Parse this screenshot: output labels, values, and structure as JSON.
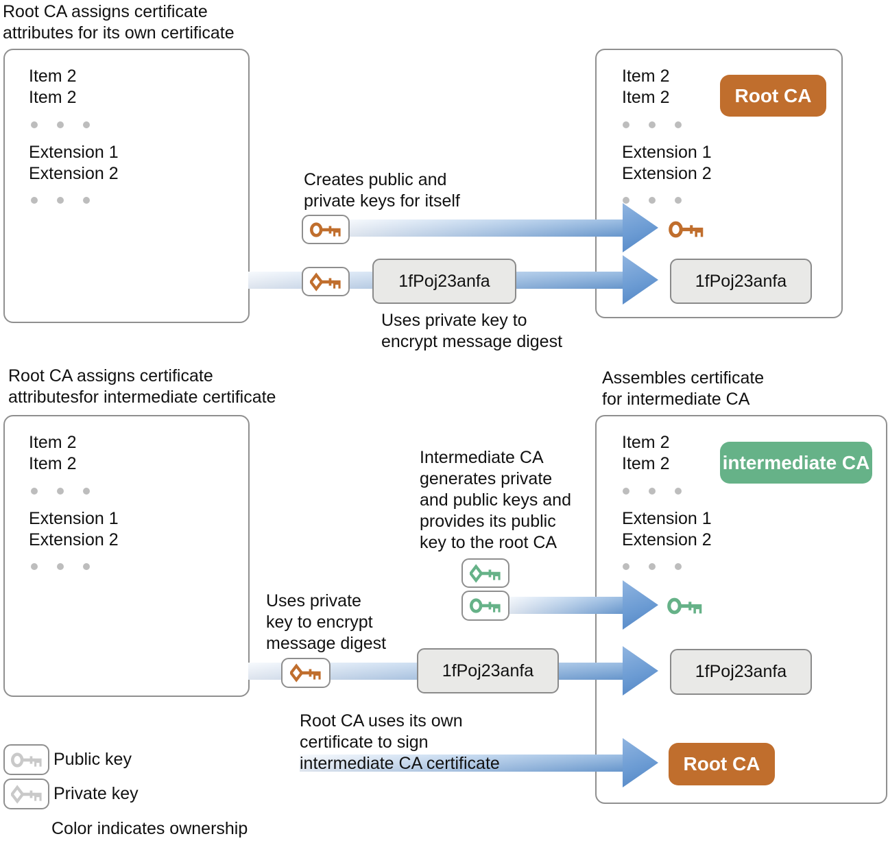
{
  "headings": {
    "top_left": "Root CA assigns certificate\nattributes for its own certificate",
    "bottom_left": "Root CA assigns certificate\nattributesfor intermediate certificate",
    "bottom_right": "Assembles certificate\nfor intermediate CA"
  },
  "annotations": {
    "creates_keys": "Creates public and\nprivate keys for itself",
    "uses_private_top": "Uses private key to\nencrypt message digest",
    "intermediate_generates": "Intermediate CA\ngenerates private\nand public keys and\nprovides its public\nkey to the root CA",
    "uses_private_bottom": "Uses private\nkey to encrypt\nmessage digest",
    "root_signs": "Root CA uses its own\ncertificate to sign\nintermediate CA certificate"
  },
  "certificate": {
    "item": "Item 2",
    "extension1": "Extension 1",
    "extension2": "Extension 2"
  },
  "badges": {
    "root_ca": "Root CA",
    "intermediate_ca": "intermediate CA"
  },
  "signature": "1fPoj23anfa",
  "legend": {
    "public_key": "Public key",
    "private_key": "Private key",
    "note": "Color indicates ownership"
  },
  "colors": {
    "root_ca_orange": "#C06E2D",
    "intermediate_ca_green": "#66B288",
    "arrow_blue": "#6FA0D6",
    "legend_key_grey": "#C9C9C9"
  }
}
